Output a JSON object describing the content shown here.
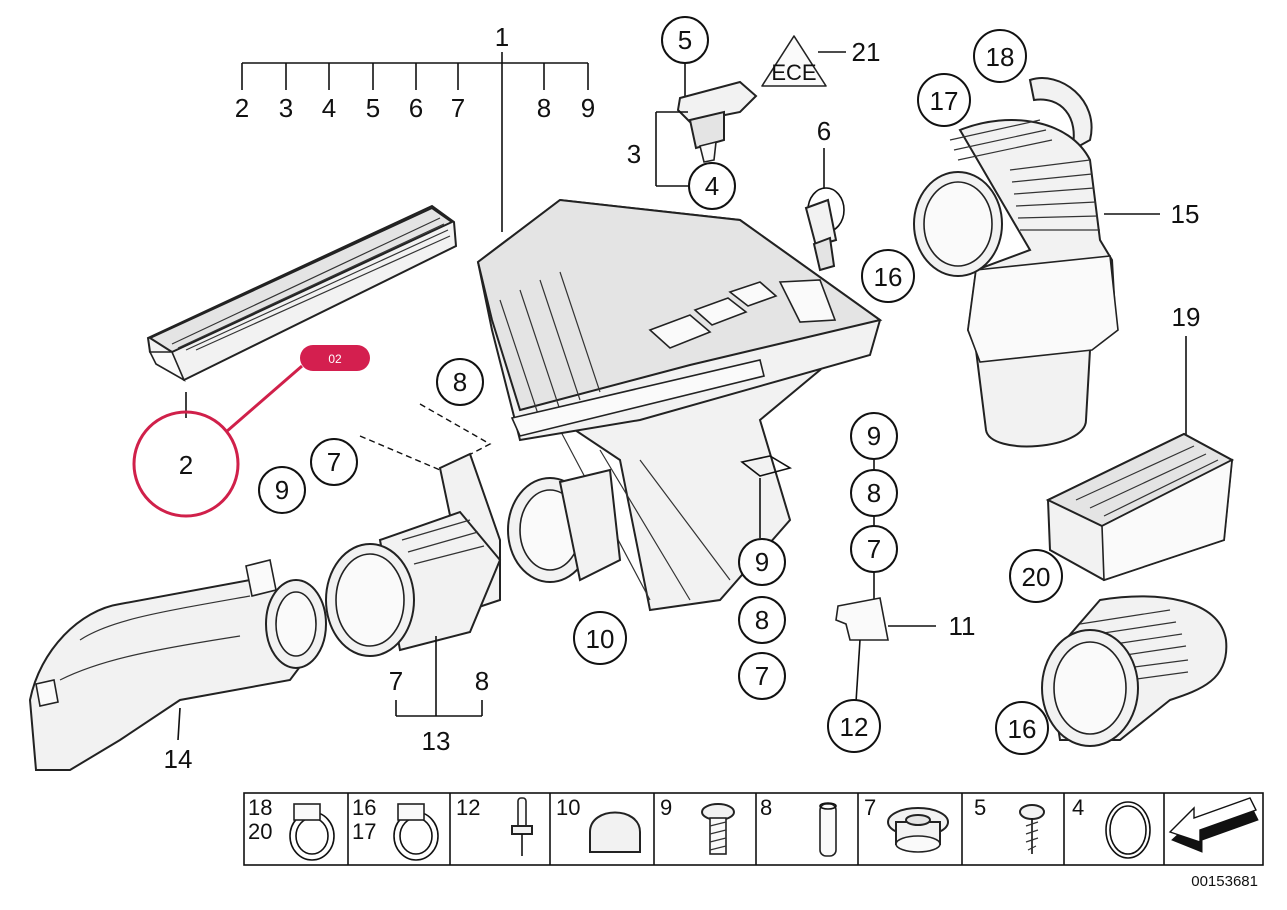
{
  "callouts": {
    "c1": "1",
    "c2": "2",
    "c3": "3",
    "c4": "4",
    "c5": "5",
    "c6": "6",
    "c7": "7",
    "c8": "8",
    "c9": "9",
    "c10": "10",
    "c11": "11",
    "c12": "12",
    "c13": "13",
    "c14": "14",
    "c15": "15",
    "c16": "16",
    "c17": "17",
    "c18": "18",
    "c19": "19",
    "c20": "20",
    "c21": "21"
  },
  "bracket_row": [
    "2",
    "3",
    "4",
    "5",
    "6",
    "7",
    "8",
    "9"
  ],
  "warning_glyph": "ECE",
  "highlight": {
    "badge": "02",
    "part": "2",
    "color": "#d41f4f"
  },
  "legend": [
    {
      "labels": [
        "18",
        "20"
      ],
      "icon": "hose-clamp-icon"
    },
    {
      "labels": [
        "16",
        "17"
      ],
      "icon": "hose-clamp-icon"
    },
    {
      "labels": [
        "12"
      ],
      "icon": "rivet-icon"
    },
    {
      "labels": [
        "10"
      ],
      "icon": "rubber-mount-icon"
    },
    {
      "labels": [
        "9"
      ],
      "icon": "torx-bolt-icon"
    },
    {
      "labels": [
        "8"
      ],
      "icon": "spacer-sleeve-icon"
    },
    {
      "labels": [
        "7"
      ],
      "icon": "grommet-icon"
    },
    {
      "labels": [
        "5"
      ],
      "icon": "screw-icon"
    },
    {
      "labels": [
        "4"
      ],
      "icon": "o-ring-icon"
    },
    {
      "labels": [],
      "icon": "direction-arrow-icon"
    }
  ],
  "doc_number": "00153681"
}
